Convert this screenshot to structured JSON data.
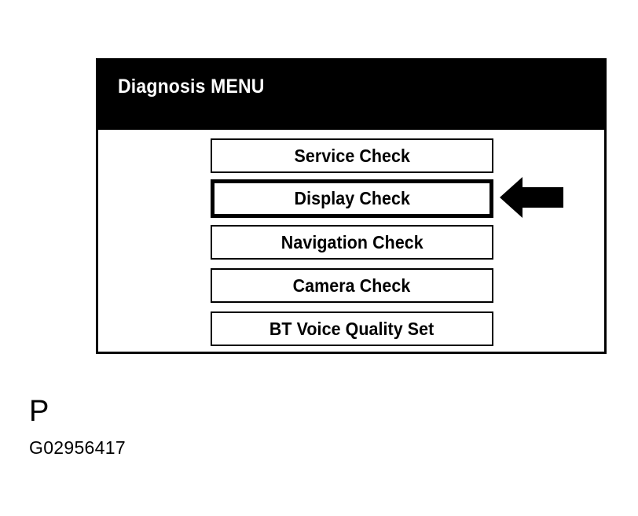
{
  "figure": {
    "caption_letter": "P",
    "figure_id": "G02956417",
    "background_color": "#ffffff"
  },
  "device_screen": {
    "title_bar": {
      "title": "Diagnosis MENU",
      "background_color": "#000000",
      "text_color": "#ffffff"
    },
    "border_color": "#000000",
    "background_color": "#ffffff",
    "menu": {
      "items": [
        {
          "label": "Service Check",
          "selected": false
        },
        {
          "label": "Display Check",
          "selected": true
        },
        {
          "label": "Navigation Check",
          "selected": false
        },
        {
          "label": "Camera Check",
          "selected": false
        },
        {
          "label": "BT Voice Quality Set",
          "selected": false
        }
      ]
    }
  },
  "annotation": {
    "pointer": {
      "icon": "arrow-left-icon",
      "direction": "left",
      "color": "#000000",
      "points_to": "Display Check"
    }
  }
}
